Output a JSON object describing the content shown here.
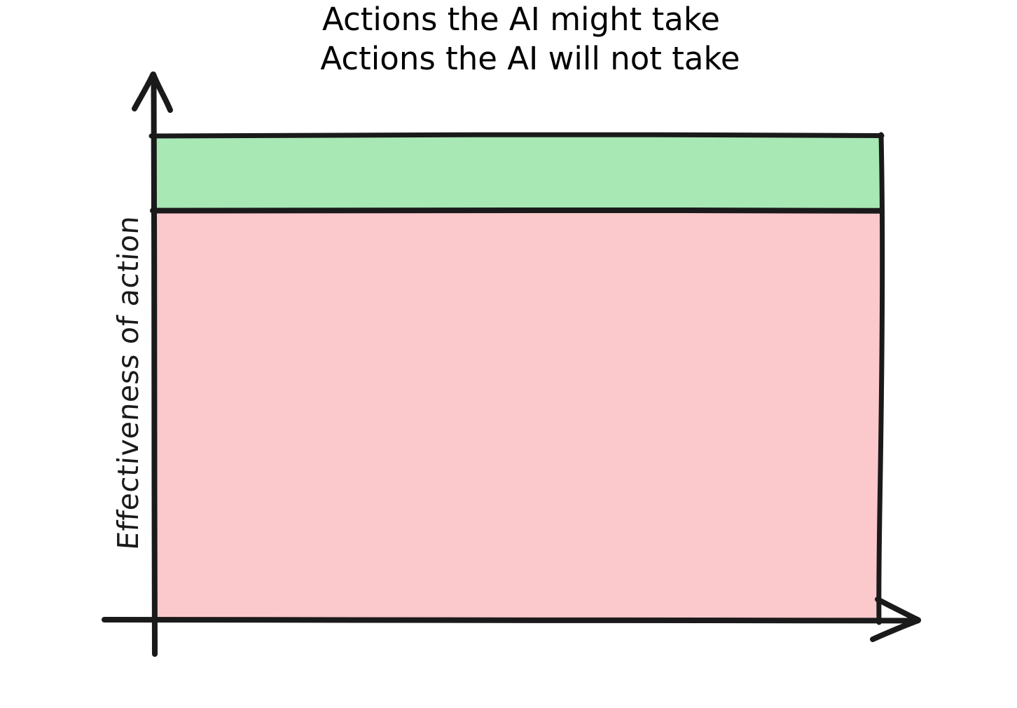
{
  "chart_data": {
    "type": "bar",
    "title": "",
    "subtitle": "",
    "xlabel": "",
    "ylabel": "Effectiveness of action",
    "orientation": "stacked-vertical-bands",
    "grid": false,
    "legend": null,
    "axes": {
      "y": {
        "label": "Effectiveness of action",
        "arrow": true,
        "direction": "up",
        "ticks": [],
        "tick_labels": []
      },
      "x": {
        "label": "",
        "arrow": true,
        "direction": "right",
        "ticks": [],
        "tick_labels": []
      }
    },
    "categories": [
      "Actions the AI will not take",
      "Actions the AI might take"
    ],
    "values": [
      84.6,
      15.4
    ],
    "value_unit": "percent of plot height",
    "series": [
      {
        "name": "Actions the AI might take",
        "label": "Actions the AI might take",
        "color": "#a8e8b5",
        "fraction_of_height": 0.154,
        "position": "top"
      },
      {
        "name": "Actions the AI will not take",
        "label": "Actions the AI will not take",
        "color": "#fbc8cb",
        "fraction_of_height": 0.846,
        "position": "bottom"
      }
    ],
    "annotations": [
      {
        "text": "Actions the AI might take",
        "region": "green-band"
      },
      {
        "text": "Actions the AI will not take",
        "region": "pink-region"
      }
    ]
  },
  "diagram": {
    "axis_y_label": "Effectiveness of action",
    "axis_x_label": "",
    "zones": {
      "might_take": {
        "label": "Actions the AI might take",
        "fill": "#a8e8b5"
      },
      "will_not_take": {
        "label": "Actions the AI will not take",
        "fill": "#fbc8cb"
      }
    },
    "colors": {
      "green": "#a8e8b5",
      "pink": "#fbc8cb",
      "ink": "#1a1a1a",
      "background": "#ffffff"
    },
    "icons": {
      "y_axis_arrow": "arrow-up-icon",
      "x_axis_arrow": "arrow-right-icon"
    }
  }
}
